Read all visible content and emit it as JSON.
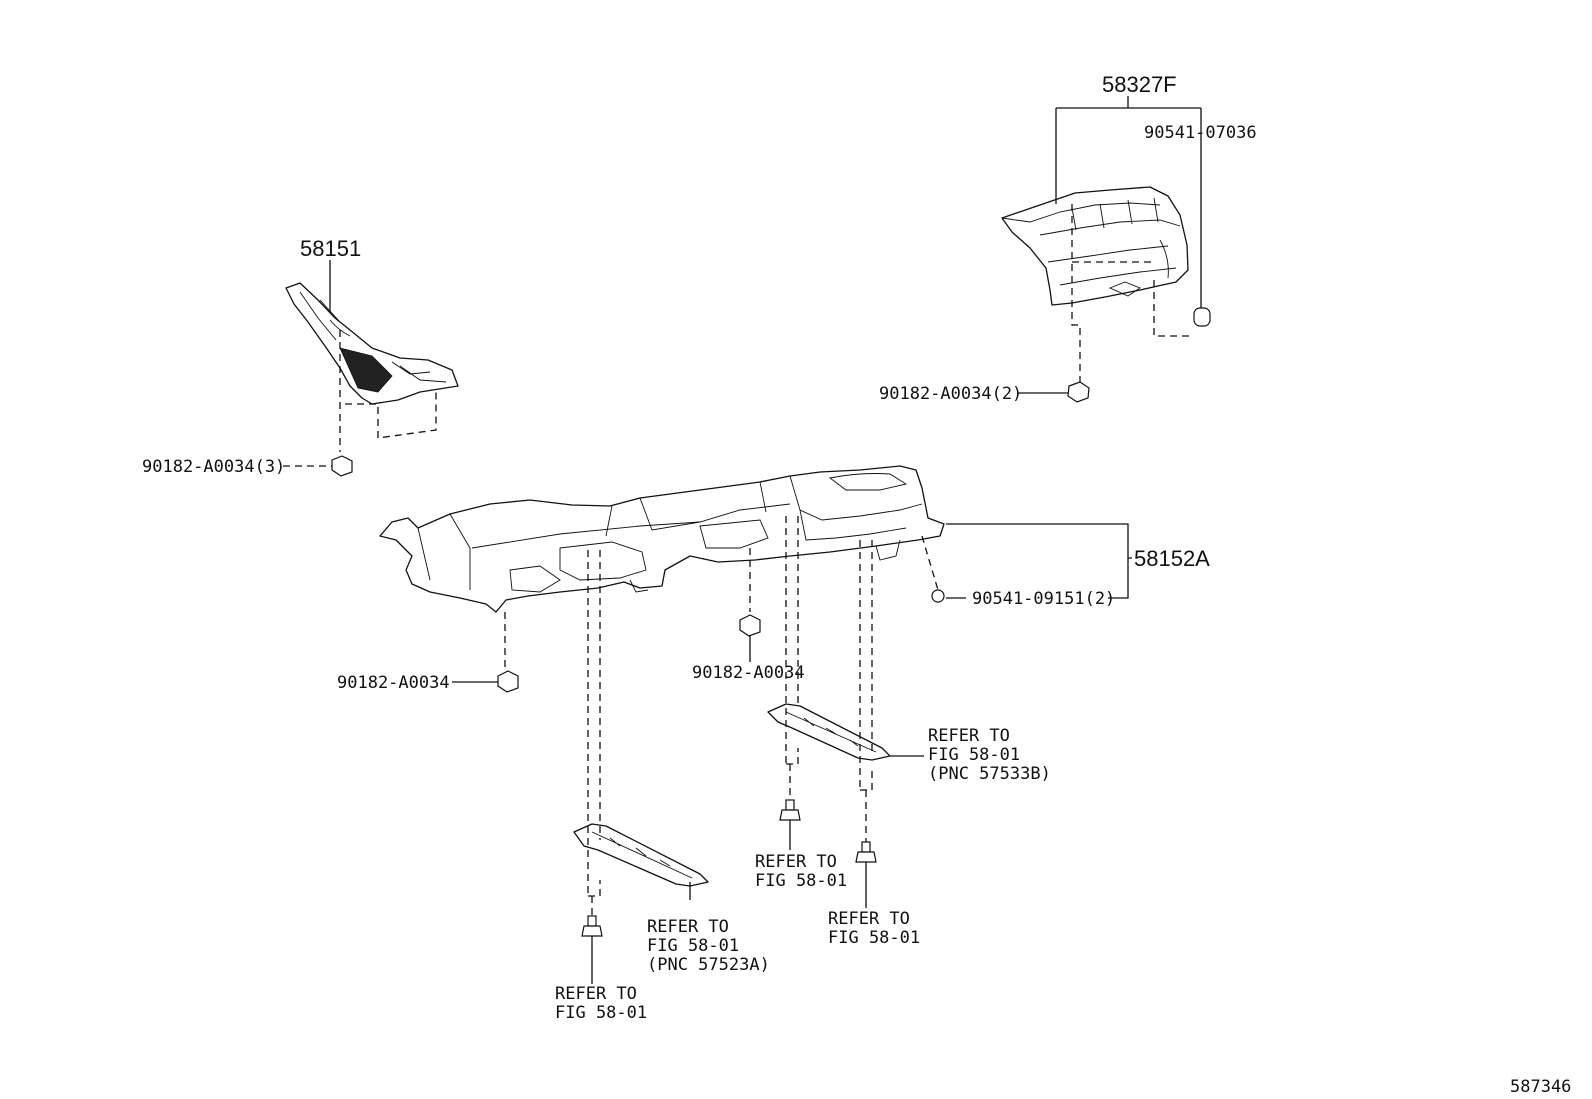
{
  "labels": {
    "p58327f": "58327F",
    "p90541_07036": "90541-07036",
    "p58151": "58151",
    "p90182_a0034_2": "90182-A0034(2)",
    "p90182_a0034_3": "90182-A0034(3)",
    "p58152a": "58152A",
    "p90541_09151_2": "90541-09151(2)",
    "p90182_a0034_left": "90182-A0034",
    "p90182_a0034_mid": "90182-A0034",
    "refer_to": "REFER TO",
    "fig_58_01": "FIG 58-01",
    "pnc_57533b": "(PNC 57533B)",
    "pnc_57523a": "(PNC 57523A)",
    "figure_id": "587346"
  }
}
